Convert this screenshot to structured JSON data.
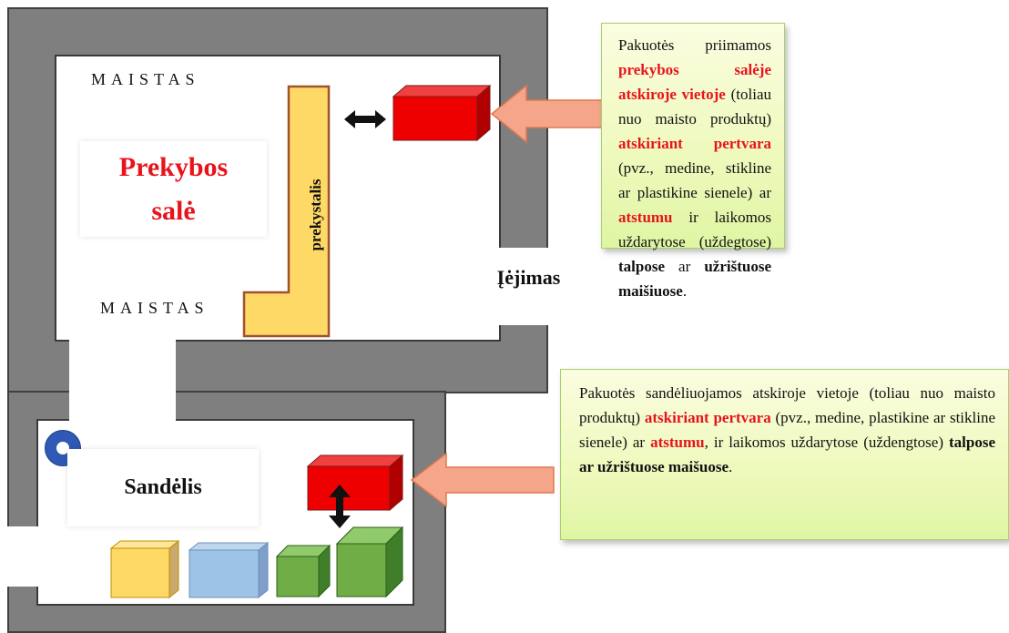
{
  "store": {
    "maistas_top": "MAISTAS",
    "maistas_bottom": "MAISTAS",
    "sales_hall_line1": "Prekybos",
    "sales_hall_line2": "salė",
    "counter": "prekystalis",
    "entrance": "Įėjimas"
  },
  "warehouse": {
    "label": "Sandėlis"
  },
  "note_top": {
    "t1": "Pakuotės priimamos ",
    "r1": "prekybos salėje atskiroje vietoje",
    "t2": " (toliau nuo maisto produktų) ",
    "r2": "atskiriant pertvara",
    "t3": " (pvz., medine, stikline ar plastikine sienele) ar ",
    "r3": "atstumu",
    "t4": " ir laikomos uždarytose (uždegtose) ",
    "b1": "talpose",
    "t5": " ar ",
    "b2": "užrištuose maišiuose",
    "t6": "."
  },
  "note_bottom": {
    "t1": "Pakuotės sandėliuojamos atskiroje vietoje (toliau nuo maisto produktų) ",
    "r1": "atskiriant pertvara",
    "t2": " (pvz., medine, plastikine ar stikline sienele) ar ",
    "r2": "atstumu",
    "t3": ", ir laikomos uždarytose (uždengtose) ",
    "b1": "talpose ar užrištuose maišuose",
    "t4": "."
  },
  "colors": {
    "frame_gray": "#7f7f7f",
    "red_box": "#ee0000",
    "counter_yellow": "#ffd966",
    "arrow_salmon": "#f4a58a",
    "note_green": "#eef9bc",
    "text_red": "#e8141b",
    "box_yellow": "#ffd966",
    "box_blue": "#9dc3e6",
    "box_green": "#70ad47",
    "ring_blue": "#2f59b5"
  }
}
